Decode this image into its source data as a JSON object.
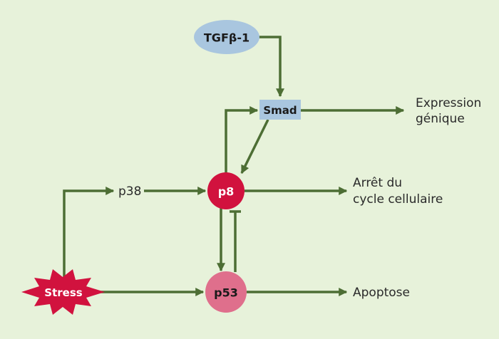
{
  "diagram": {
    "nodes": {
      "tgf": "TGFβ-1",
      "smad": "Smad",
      "p8": "p8",
      "p53": "p53",
      "stress": "Stress",
      "p38": "p38"
    },
    "outputs": {
      "expression_line1": "Expression",
      "expression_line2": "génique",
      "arret_line1": "Arrêt du",
      "arret_line2": "cycle cellulaire",
      "apoptose": "Apoptose"
    },
    "colors": {
      "background": "#e7f2da",
      "arrow": "#4d6e34",
      "tgf_fill": "#a9c6df",
      "smad_fill": "#a9c6df",
      "p8_fill": "#d1123e",
      "p53_fill": "#df6f8c",
      "stress_fill": "#d1123e",
      "node_text_dark": "#1a1a1a",
      "node_text_light": "#ffffff"
    }
  }
}
